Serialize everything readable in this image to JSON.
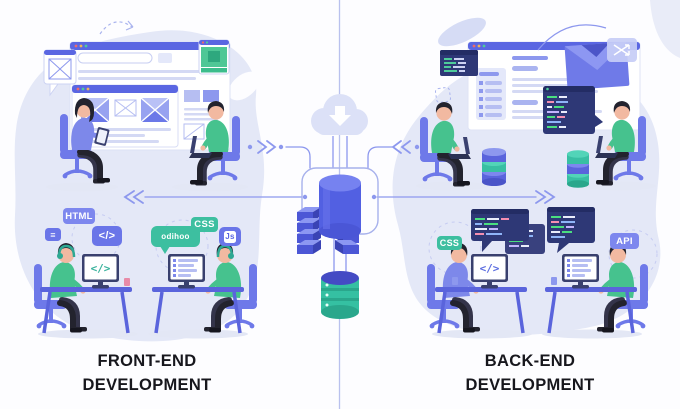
{
  "left_panel": {
    "title_line1": "FRONT-END",
    "title_line2": "DEVELOPMENT",
    "badge_html": "HTML",
    "badge_code": "</>",
    "badge_chat": "odihoo",
    "badge_css": "CSS",
    "badge_js": "Js",
    "badge_list_glyph": "≡",
    "monitor_code": "</>"
  },
  "right_panel": {
    "title_line1": "BACK-END",
    "title_line2": "DEVELOPMENT",
    "badge_css": "CSS",
    "badge_api": "API",
    "monitor_code": "</>"
  },
  "icons": {
    "cloud_download": "download-arrow-in-cloud",
    "sync_arrows": "crossed-arrows",
    "code": "angle-brackets",
    "image_placeholder": "crossed-box"
  },
  "colors": {
    "accent_purple": "#5a66e2",
    "badge_purple": "#7d87ee",
    "badge_teal": "#3dbfa0",
    "blob_lavender": "#e4e8f7",
    "code_editor_bg": "#2e3876",
    "database_blue": "#5260e2",
    "database_teal": "#35c0a2",
    "shirt_green": "#46c28e",
    "shirt_purple": "#7d88ea",
    "title_text": "#17171d"
  }
}
